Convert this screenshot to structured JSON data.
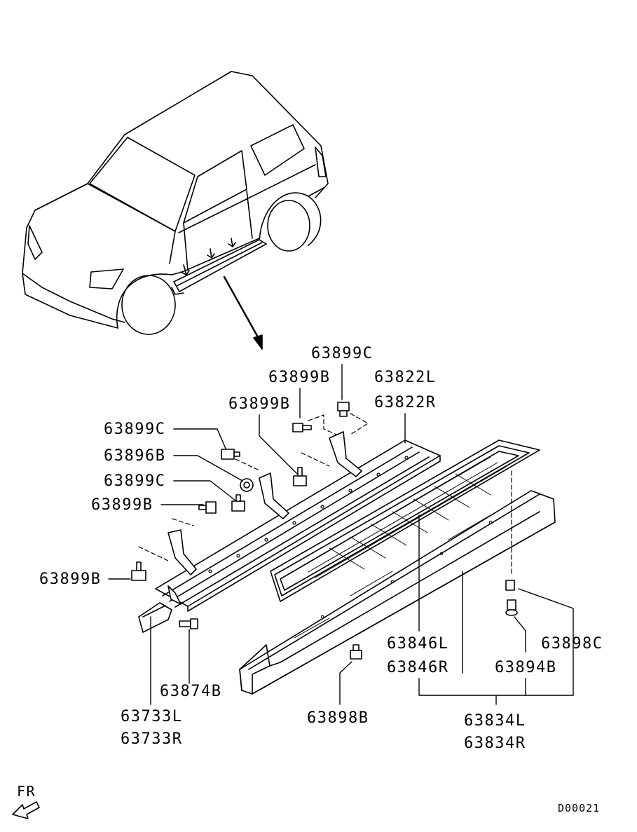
{
  "diagram": {
    "title": "",
    "code": "D00021",
    "fr_indicator": "FR",
    "parts": [
      {
        "id": "63899C",
        "label": "63899C"
      },
      {
        "id": "63899B",
        "label": "63899B"
      },
      {
        "id": "63822L",
        "label": "63822L"
      },
      {
        "id": "63822R",
        "label": "63822R"
      },
      {
        "id": "63899B",
        "label": "63899B"
      },
      {
        "id": "63899C",
        "label": "63899C"
      },
      {
        "id": "63896B",
        "label": "63896B"
      },
      {
        "id": "63899C",
        "label": "63899C"
      },
      {
        "id": "63899B",
        "label": "63899B"
      },
      {
        "id": "63899B",
        "label": "63899B"
      },
      {
        "id": "63846L",
        "label": "63846L"
      },
      {
        "id": "63846R",
        "label": "63846R"
      },
      {
        "id": "63898C",
        "label": "63898C"
      },
      {
        "id": "63894B",
        "label": "63894B"
      },
      {
        "id": "63874B",
        "label": "63874B"
      },
      {
        "id": "63898B",
        "label": "63898B"
      },
      {
        "id": "63733L",
        "label": "63733L"
      },
      {
        "id": "63733R",
        "label": "63733R"
      },
      {
        "id": "63834L",
        "label": "63834L"
      },
      {
        "id": "63834R",
        "label": "63834R"
      }
    ]
  }
}
